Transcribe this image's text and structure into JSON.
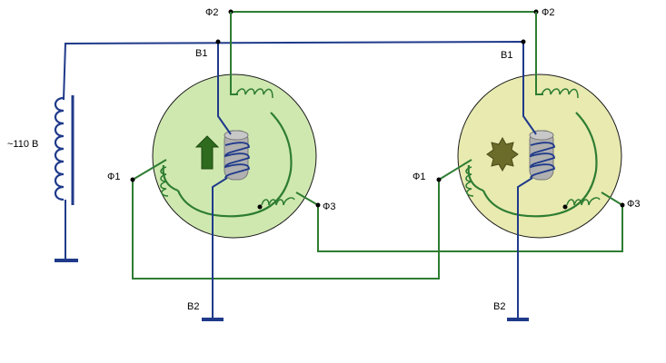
{
  "colors": {
    "blue_wire": "#1f3a8a",
    "green_wire": "#2e7d32",
    "left_rotor_fill": "#cfe8b0",
    "right_rotor_fill": "#e8eab0",
    "core_fill": "#b0b0b0",
    "arrow_fill": "#2e6b1f",
    "star_fill": "#6b6b2a"
  },
  "labels": {
    "supply": "~110 В",
    "phi2_left": "Ф2",
    "phi2_right": "Ф2",
    "b1_left": "В1",
    "b1_right": "В1",
    "phi1_left": "Ф1",
    "phi1_right": "Ф1",
    "phi3_left": "Ф3",
    "phi3_right": "Ф3",
    "b2_left": "В2",
    "b2_right": "В2"
  },
  "icons": {
    "transmitter_indicator": "up-arrow-icon",
    "receiver_indicator": "star-icon"
  }
}
